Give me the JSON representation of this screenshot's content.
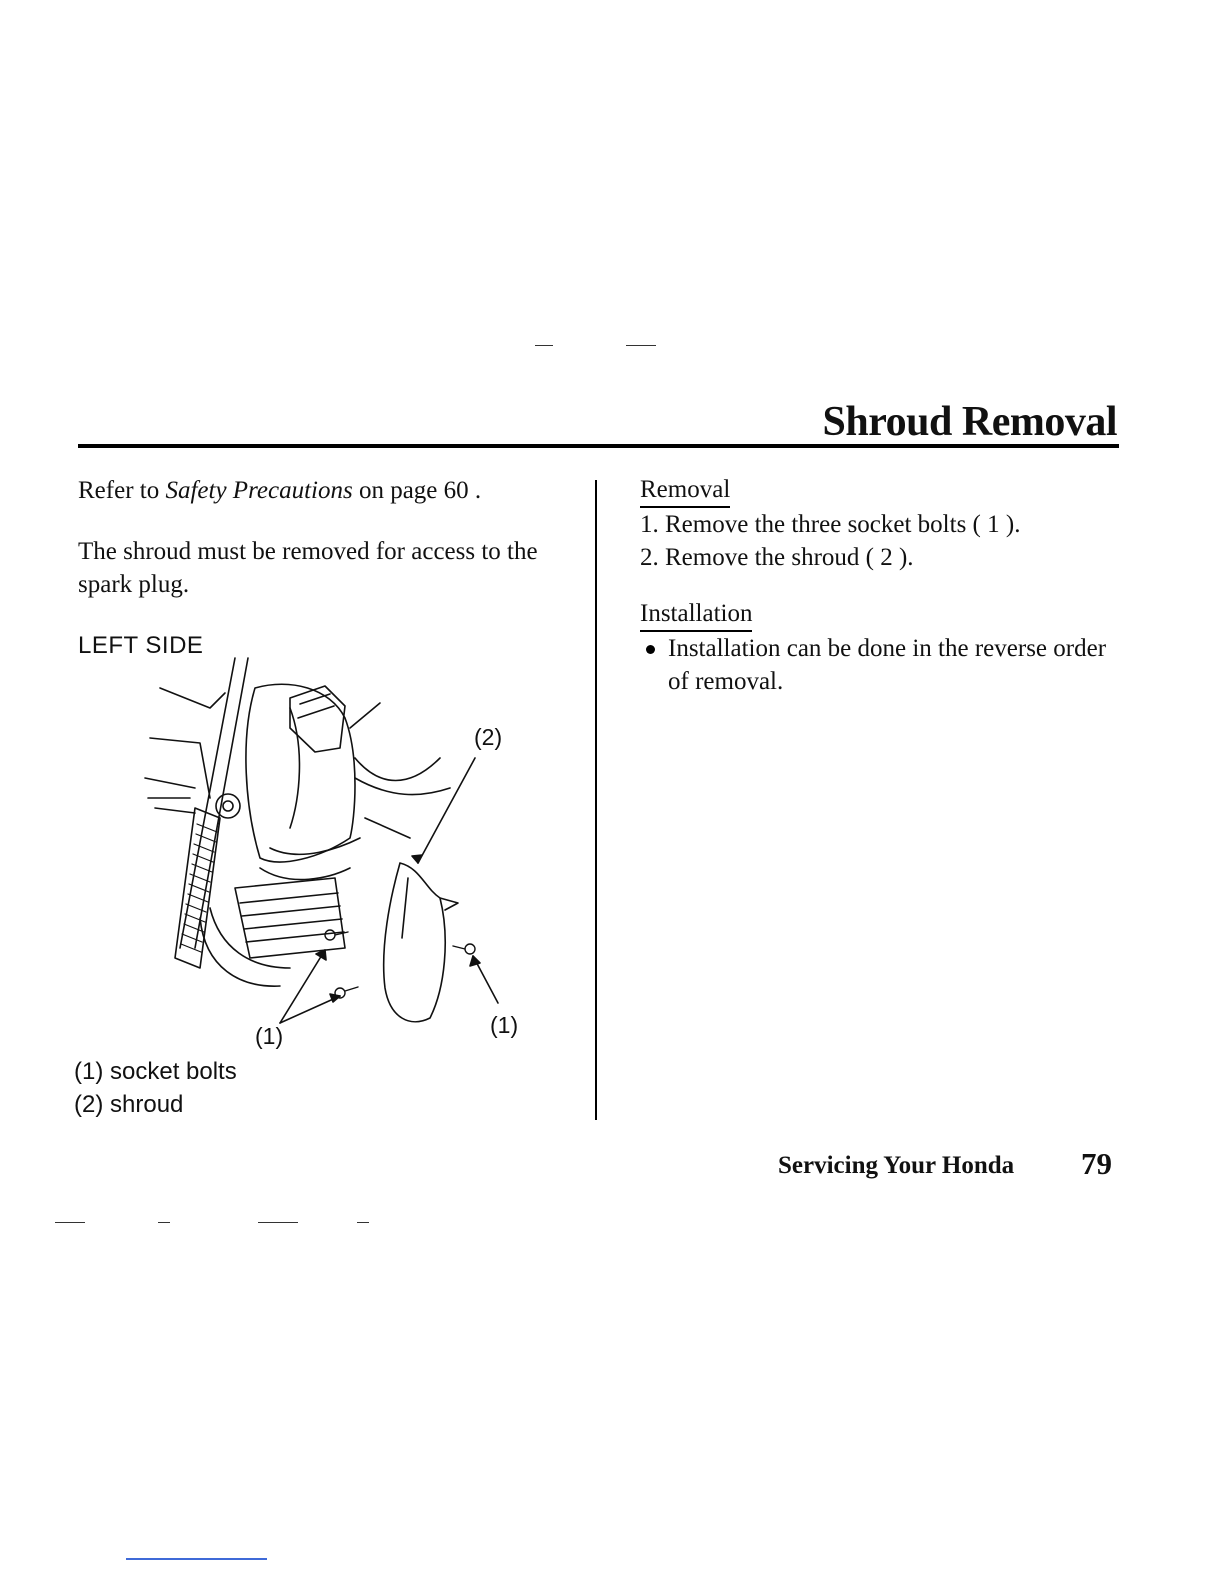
{
  "header": {
    "title": "Shroud Removal"
  },
  "left": {
    "intro": {
      "prefix": "Refer to ",
      "ref_title": "Safety Precautions",
      "middle": " on page ",
      "page_ref": "60",
      "suffix": " ."
    },
    "access_note": "The shroud must be removed for access to the spark plug.",
    "figure": {
      "label": "LEFT SIDE",
      "callouts": [
        "(2)",
        "(1)",
        "(1)"
      ]
    },
    "legend": [
      "(1) socket bolts",
      "(2) shroud"
    ]
  },
  "right": {
    "removal": {
      "heading": "Removal",
      "steps": [
        "1. Remove the three socket bolts ( 1 ).",
        "2. Remove the shroud ( 2 )."
      ]
    },
    "installation": {
      "heading": "Installation",
      "bullets": [
        "Installation can be done in the reverse order of removal."
      ]
    }
  },
  "footer": {
    "section": "Servicing Your Honda",
    "page_number": "79"
  }
}
